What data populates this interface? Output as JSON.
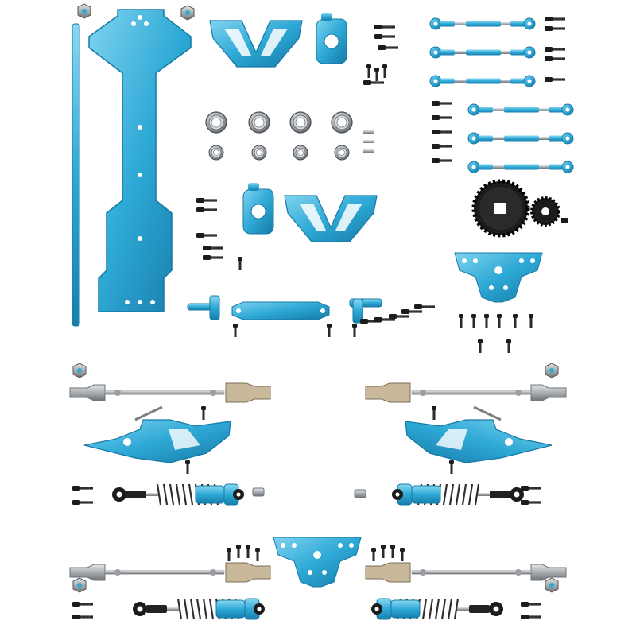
{
  "image": {
    "background": "#ffffff",
    "palette": {
      "anodized_blue": "#2ea9d6",
      "anodized_blue_dark": "#1679a6",
      "anodized_blue_light": "#7fd3ef",
      "steel": "#b8bcc0",
      "steel_dark": "#6f7478",
      "black_hardware": "#1c1c1c",
      "spring": "#3a3a3a",
      "bearing_metal": "#9a9ea2"
    },
    "parts": {
      "chassis_plate": {
        "icon": "chassis-plate",
        "count": 1
      },
      "rod": {
        "icon": "long-rod",
        "count": 1
      },
      "front_a_arm": {
        "icon": "a-arm",
        "count": 2
      },
      "steering_knuckle": {
        "icon": "knuckle",
        "count": 2
      },
      "bearing": {
        "icon": "bearing",
        "count": 8
      },
      "turnbuckle": {
        "icon": "turnbuckle-link",
        "count": 6
      },
      "spur_gear": {
        "icon": "spur-gear",
        "count": 1
      },
      "pinion_gear": {
        "icon": "pinion-gear",
        "count": 1
      },
      "shock_tower": {
        "icon": "shock-tower",
        "count": 2
      },
      "steering_linkage": {
        "icon": "steering-linkage",
        "count": 3
      },
      "drive_shaft": {
        "icon": "cvd-shaft",
        "count": 4
      },
      "rear_a_arm": {
        "icon": "a-arm",
        "count": 2
      },
      "shock_absorber": {
        "icon": "oil-shock",
        "count": 4
      },
      "screw": {
        "icon": "screw",
        "count": 60
      },
      "hex_adapter": {
        "icon": "hex-hub",
        "count": 4
      }
    }
  }
}
